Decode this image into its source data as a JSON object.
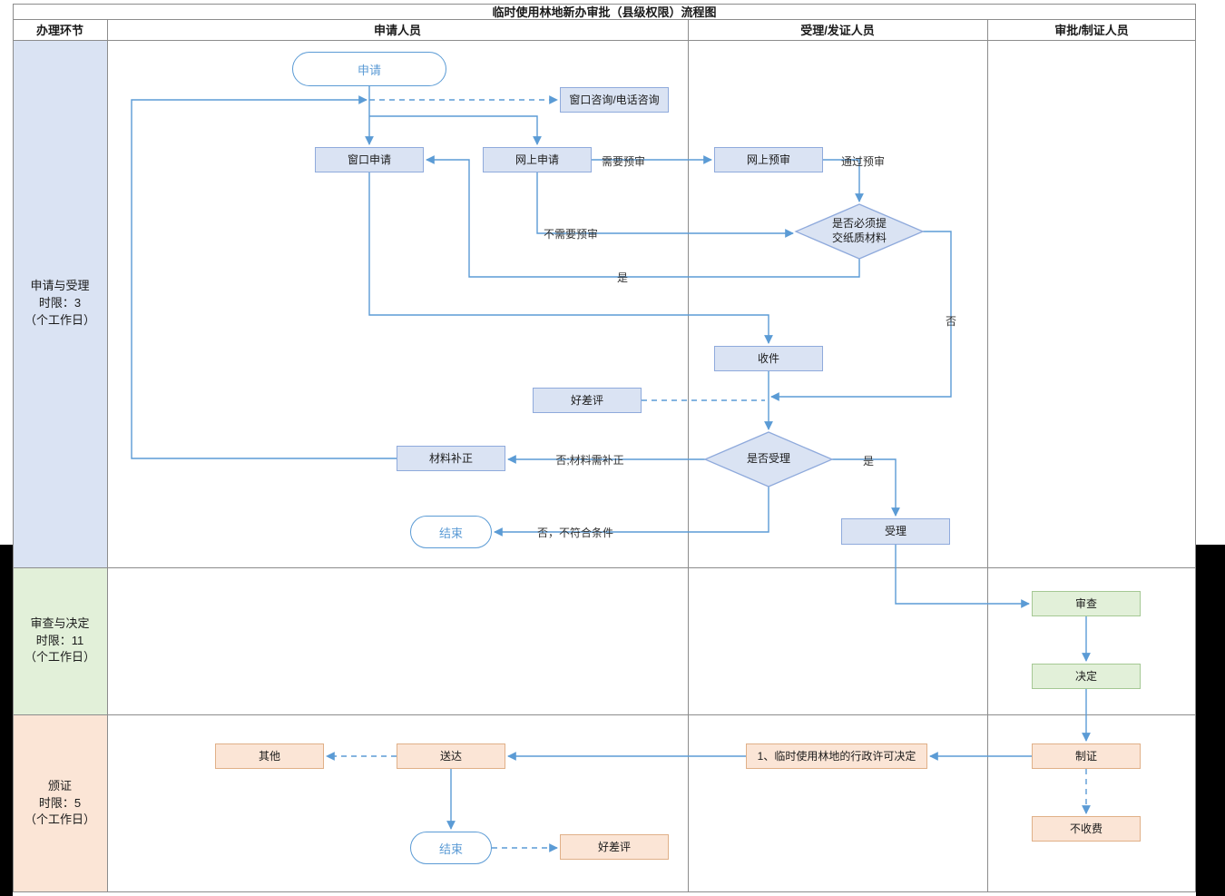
{
  "title": "临时使用林地新办审批（县级权限）流程图",
  "header": {
    "col1": "办理环节",
    "col2": "申请人员",
    "col3": "受理/发证人员",
    "col4": "审批/制证人员"
  },
  "lanes": {
    "lane1": {
      "name": "申请与受理",
      "limit": "时限：3",
      "unit": "（个工作日）"
    },
    "lane2": {
      "name": "审查与决定",
      "limit": "时限：11",
      "unit": "（个工作日）"
    },
    "lane3": {
      "name": "颁证",
      "limit": "时限：5",
      "unit": "（个工作日）"
    }
  },
  "nodes": {
    "apply": "申请",
    "consult": "窗口咨询/电话咨询",
    "window_apply": "窗口申请",
    "online_apply": "网上申请",
    "online_review": "网上预审",
    "need_paper": "是否必须提交纸质材料",
    "receive": "收件",
    "rating1": "好差评",
    "accept_decision": "是否受理",
    "material_fix": "材料补正",
    "end1": "结束",
    "accept": "受理",
    "examine": "审查",
    "decide": "决定",
    "other": "其他",
    "deliver": "送达",
    "license_decision": "1、临时使用林地的行政许可决定",
    "make_cert": "制证",
    "end2": "结束",
    "rating2": "好差评",
    "no_fee": "不收费"
  },
  "edge_labels": {
    "need_review": "需要预审",
    "pass_review": "通过预审",
    "no_need_review": "不需要预审",
    "yes1": "是",
    "no1": "否",
    "no_material": "否;材料需补正",
    "yes2": "是",
    "no_reject": "否，不符合条件"
  },
  "colors": {
    "line": "#5b9bd5",
    "grid": "#8c8c8c",
    "lane1_bg": "#dae3f3",
    "lane2_bg": "#e2f0d9",
    "lane3_bg": "#fbe5d6",
    "terminal_stroke": "#5b9bd5"
  }
}
